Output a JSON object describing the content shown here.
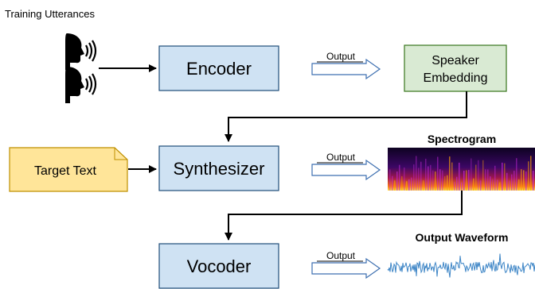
{
  "title": "Training Utterances",
  "nodes": {
    "encoder": "Encoder",
    "synthesizer": "Synthesizer",
    "vocoder": "Vocoder",
    "speaker_embedding_line1": "Speaker",
    "speaker_embedding_line2": "Embedding",
    "target_text": "Target Text"
  },
  "arrow_label": "Output",
  "outputs": {
    "spectrogram": "Spectrogram",
    "waveform": "Output Waveform"
  },
  "colors": {
    "block_fill": "#cfe2f3",
    "block_stroke": "#1f4e79",
    "embedding_fill": "#d9ead3",
    "embedding_stroke": "#38761d",
    "text_fill": "#ffe599",
    "text_stroke": "#bf9000",
    "waveform": "#3d85c6"
  },
  "icons": [
    "speaking-head-icon",
    "speaking-head-icon"
  ]
}
